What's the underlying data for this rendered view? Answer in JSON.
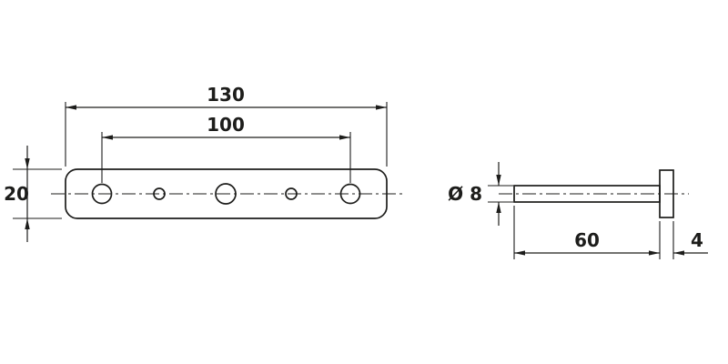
{
  "drawing": {
    "type": "technical-dimension-drawing",
    "background_color": "#ffffff",
    "line_color": "#1d1d1b",
    "plate_view": {
      "description": "top view of mounting plate with 5 holes (3 large, 2 small) on a centerline",
      "length_dim": "130",
      "hole_spacing_dim": "100",
      "height_dim": "20"
    },
    "pin_view": {
      "description": "side view of headed pin / dowel",
      "diameter_dim": "Ø 8",
      "shaft_length_dim": "60",
      "head_thickness_dim": "4"
    }
  }
}
